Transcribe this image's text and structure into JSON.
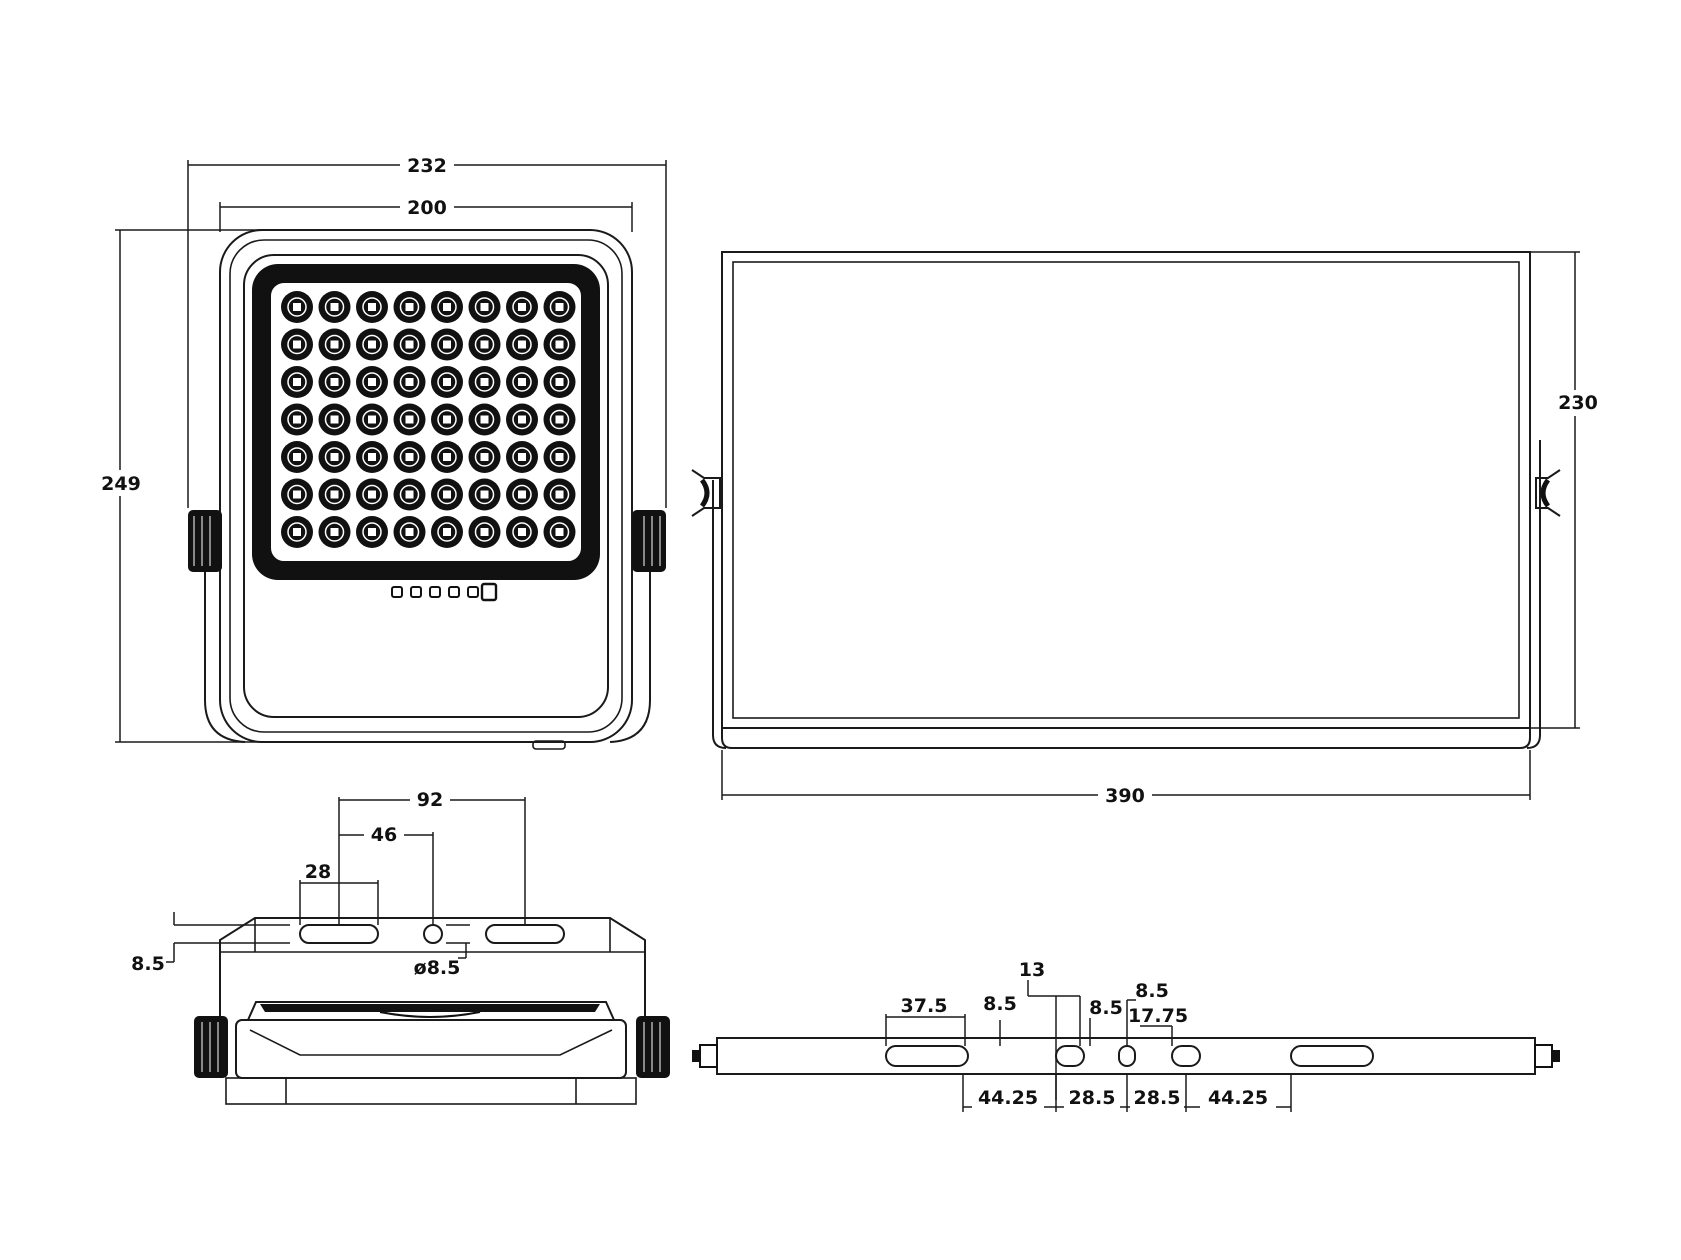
{
  "colors": {
    "line": "#1a1a1a",
    "text": "#111111",
    "background": "#ffffff",
    "led_body": "#111111"
  },
  "front_view": {
    "width_overall": "232",
    "width_body": "200",
    "height": "249",
    "led_grid": {
      "rows": 7,
      "cols": 8
    },
    "indicator_dots": 5
  },
  "side_view": {
    "depth": "230",
    "length": "390"
  },
  "bracket_top_view": {
    "slot_spacing": "92",
    "half_spacing": "46",
    "slot_length": "28",
    "slot_width": "8.5",
    "hole_diameter": "ø8.5"
  },
  "bracket_strip": {
    "labels": {
      "slot_length": "37.5",
      "slot_width_left": "8.5",
      "offset": "13",
      "slot_width_mid": "8.5",
      "hole": "8.5",
      "gap": "17.75",
      "outer_left": "44.25",
      "inner_left": "28.5",
      "inner_right": "28.5",
      "outer_right": "44.25"
    }
  }
}
